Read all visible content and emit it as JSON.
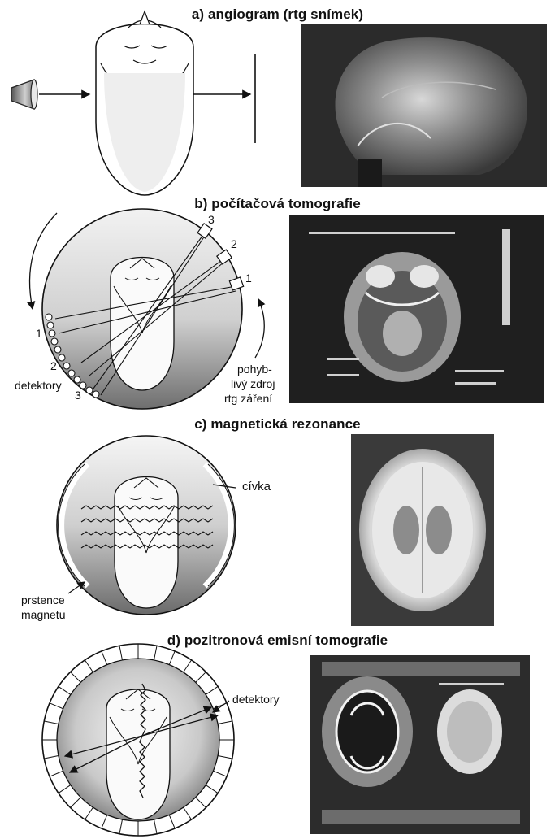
{
  "sections": [
    {
      "title": "a) angiogram (rtg snímek)"
    },
    {
      "title": "b) počítačová tomografie",
      "labels": {
        "pos1": "1",
        "pos2": "2",
        "pos3": "3",
        "det1": "1",
        "det2": "2",
        "det3": "3",
        "detectors": "detektory",
        "source_l1": "pohyb-",
        "source_l2": "livý zdroj",
        "source_l3": "rtg záření"
      }
    },
    {
      "title": "c) magnetická rezonance",
      "labels": {
        "coil": "cívka",
        "ring_l1": "prstence",
        "ring_l2": "magnetu"
      }
    },
    {
      "title": "d) pozitronová emisní tomografie",
      "labels": {
        "detectors": "detektory"
      }
    }
  ]
}
